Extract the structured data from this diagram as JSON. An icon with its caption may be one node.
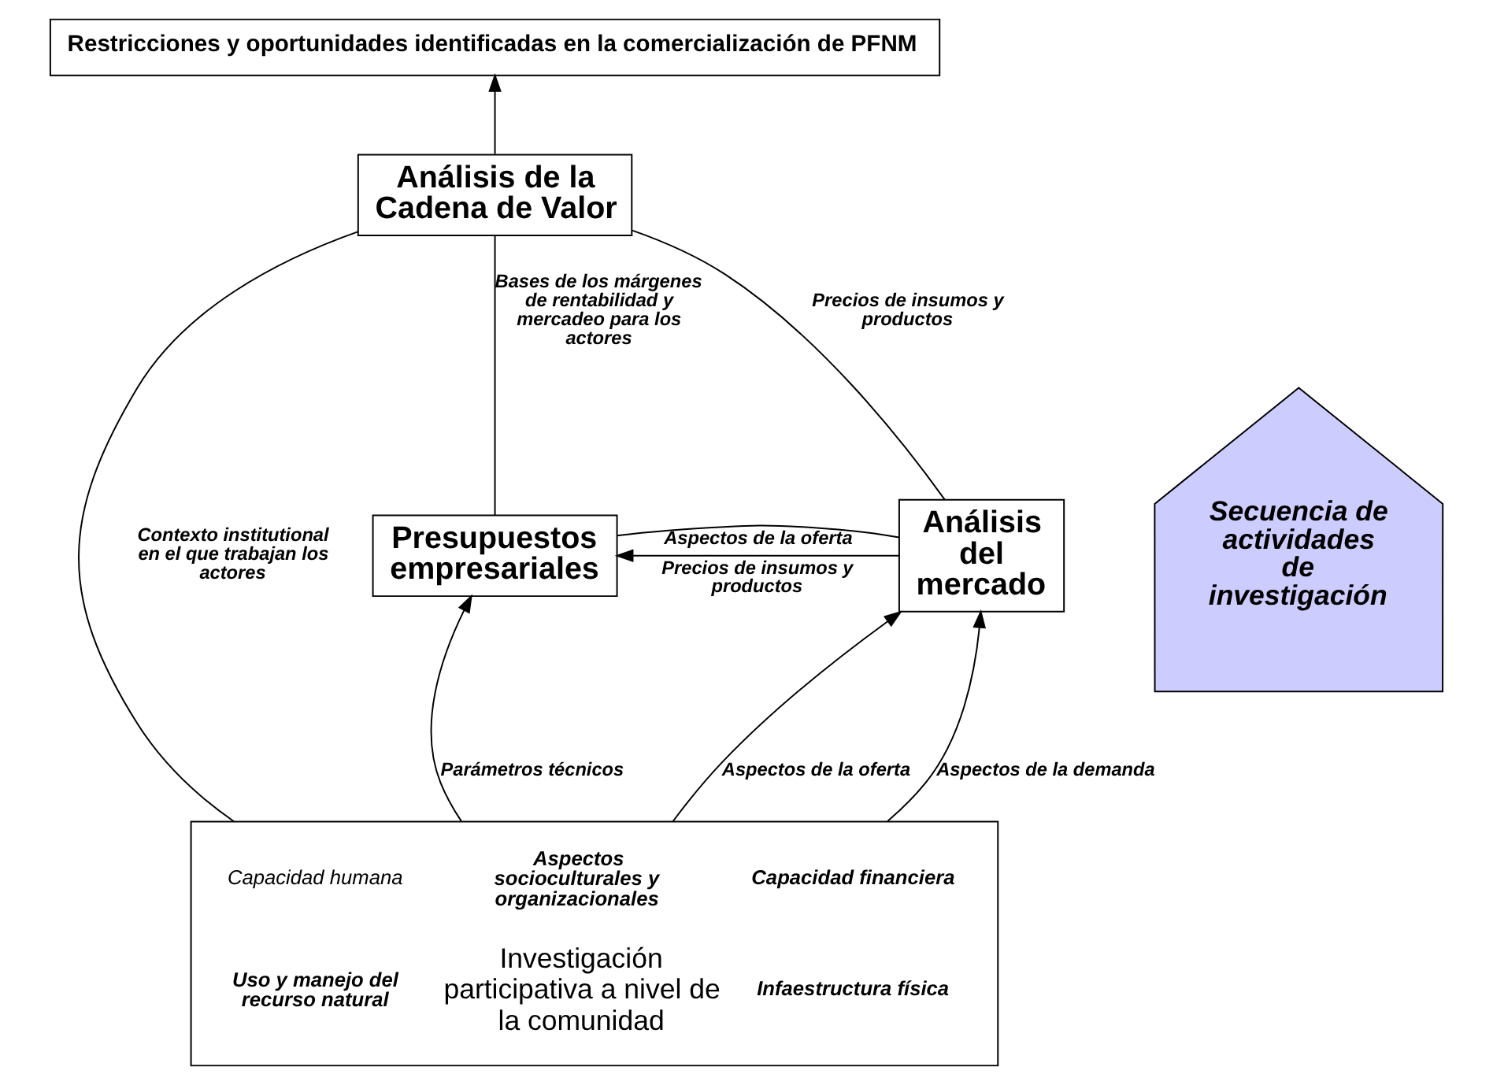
{
  "diagram": {
    "nodes": [
      {
        "text": [
          "Restricciones y oportunidades identificadas en la comercialización de PFNM"
        ]
      },
      {
        "text": [
          "Análisis de la Cadena de Valor"
        ]
      },
      {
        "text": [
          "Presupuestos empresariales"
        ]
      },
      {
        "text": [
          "Análisis del mercado"
        ]
      },
      {
        "text": [
          "Capacidad humana",
          "Aspectos socioculturales y organizacionales",
          "Capacidad financiera",
          "Uso y manejo del recurso natural",
          "Investigación participativa a nivel de la comunidad",
          "Infaestructura física"
        ]
      },
      {
        "text": [
          "Secuencia de actividades de investigación"
        ]
      }
    ],
    "edges": [
      {
        "from": 1,
        "to": 0,
        "arrow": "to"
      },
      {
        "from": 1,
        "to": 2,
        "arrow": "none",
        "label": "Bases de los márgenes de rentabilidad y mercadeo para los actores"
      },
      {
        "from": 1,
        "to": 3,
        "arrow": "none",
        "label": "Precios de insumos y productos"
      },
      {
        "from": 3,
        "to": 2,
        "arrow": "to",
        "label": "Precios de insumos y productos"
      },
      {
        "from": 2,
        "to": 3,
        "arrow": "none",
        "label": "Aspectos de la oferta"
      },
      {
        "from": 4,
        "to": 2,
        "arrow": "to",
        "label": "Parámetros técnicos"
      },
      {
        "from": 4,
        "to": 3,
        "arrow": "to",
        "label": "Aspectos de la oferta"
      },
      {
        "from": 4,
        "to": 3,
        "arrow": "to",
        "label": "Aspectos de la demanda"
      },
      {
        "from": 1,
        "to": 4,
        "arrow": "none",
        "label": "Contexto institutional en el que trabajan los actores"
      }
    ]
  }
}
